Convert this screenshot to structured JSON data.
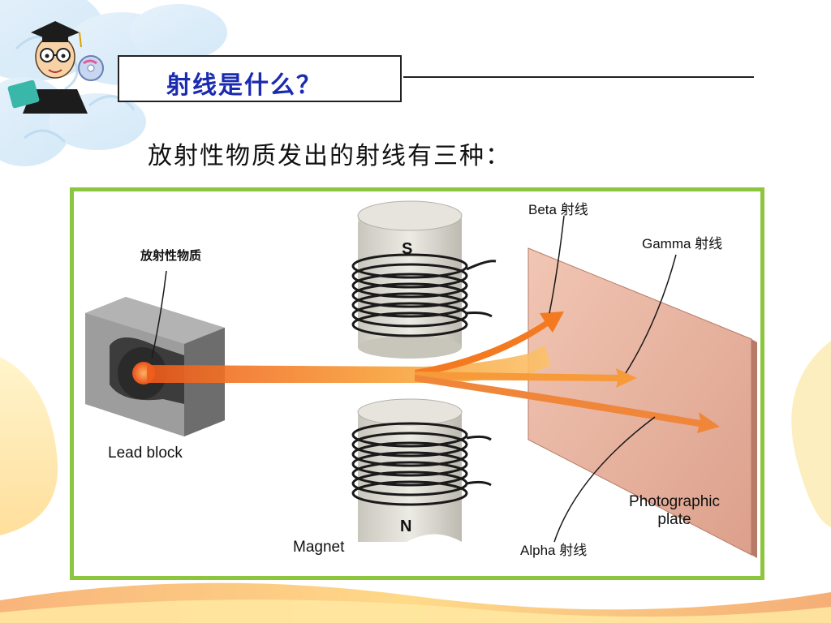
{
  "slide": {
    "title": "射线是什么？",
    "subtitle": "放射性物质发出的射线有三种："
  },
  "diagram": {
    "labels": {
      "radioactive_material": "放射性物质",
      "lead_block": "Lead block",
      "magnet": "Magnet",
      "pole_s": "S",
      "pole_n": "N",
      "beta": "Beta 射线",
      "gamma": "Gamma 射线",
      "alpha": "Alpha 射线",
      "photographic_plate_1": "Photographic",
      "photographic_plate_2": "plate"
    },
    "colors": {
      "frame": "#8cc63f",
      "title_text": "#1a2bb0",
      "beam": "#f07a1e",
      "plate": "#e8b8a8"
    }
  }
}
